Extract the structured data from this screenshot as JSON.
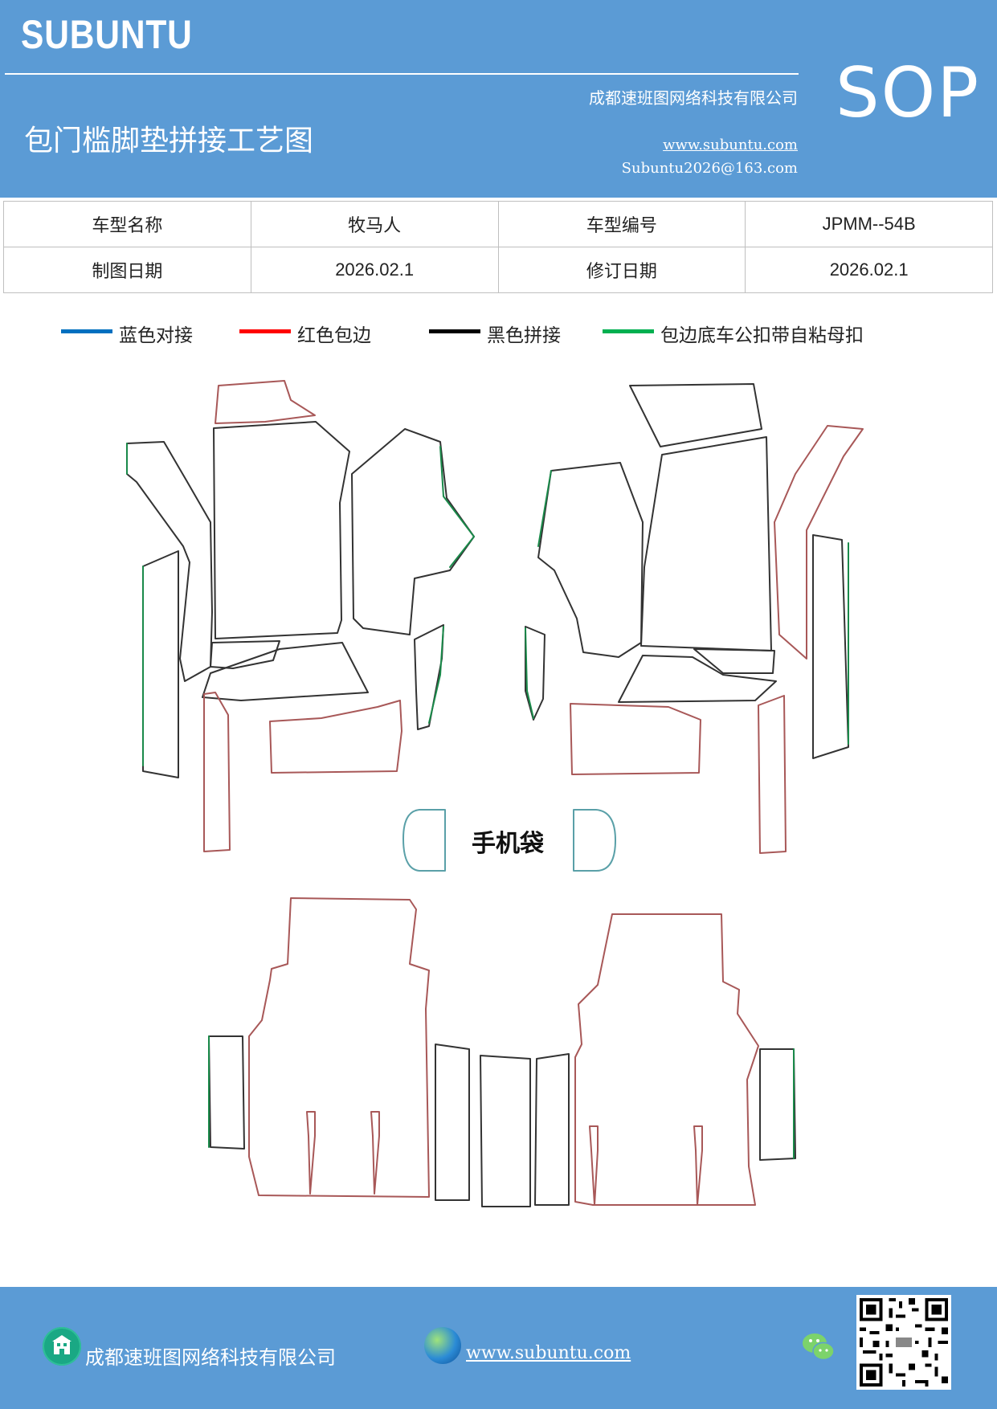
{
  "header": {
    "logo": "SUBUNTU",
    "company": "成都速班图网络科技有限公司",
    "title": "包门槛脚垫拼接工艺图",
    "website": "www.subuntu.com",
    "email": "Subuntu2026@163.com",
    "badge": "SOP"
  },
  "info": {
    "model_name_label": "车型名称",
    "model_name": "牧马人",
    "model_code_label": "车型编号",
    "model_code": "JPMM--54B",
    "draw_date_label": "制图日期",
    "draw_date": "2026.02.1",
    "revise_date_label": "修订日期",
    "revise_date": "2026.02.1"
  },
  "legend": [
    {
      "label": "蓝色对接",
      "color": "#0070c0"
    },
    {
      "label": "红色包边",
      "color": "#ff0000"
    },
    {
      "label": "黑色拼接",
      "color": "#000000"
    },
    {
      "label": "包边底车公扣带自粘母扣",
      "color": "#00b050"
    }
  ],
  "diagram": {
    "phone_pocket_label": "手机袋",
    "colors": {
      "black": "#333333",
      "red": "#a85858",
      "green": "#1a8a4a",
      "teal": "#5aa0a8"
    }
  },
  "footer": {
    "company": "成都速班图网络科技有限公司",
    "website": "www.subuntu.com",
    "icons": [
      "building-icon",
      "globe-icon",
      "wechat-icon",
      "qr-code"
    ]
  }
}
